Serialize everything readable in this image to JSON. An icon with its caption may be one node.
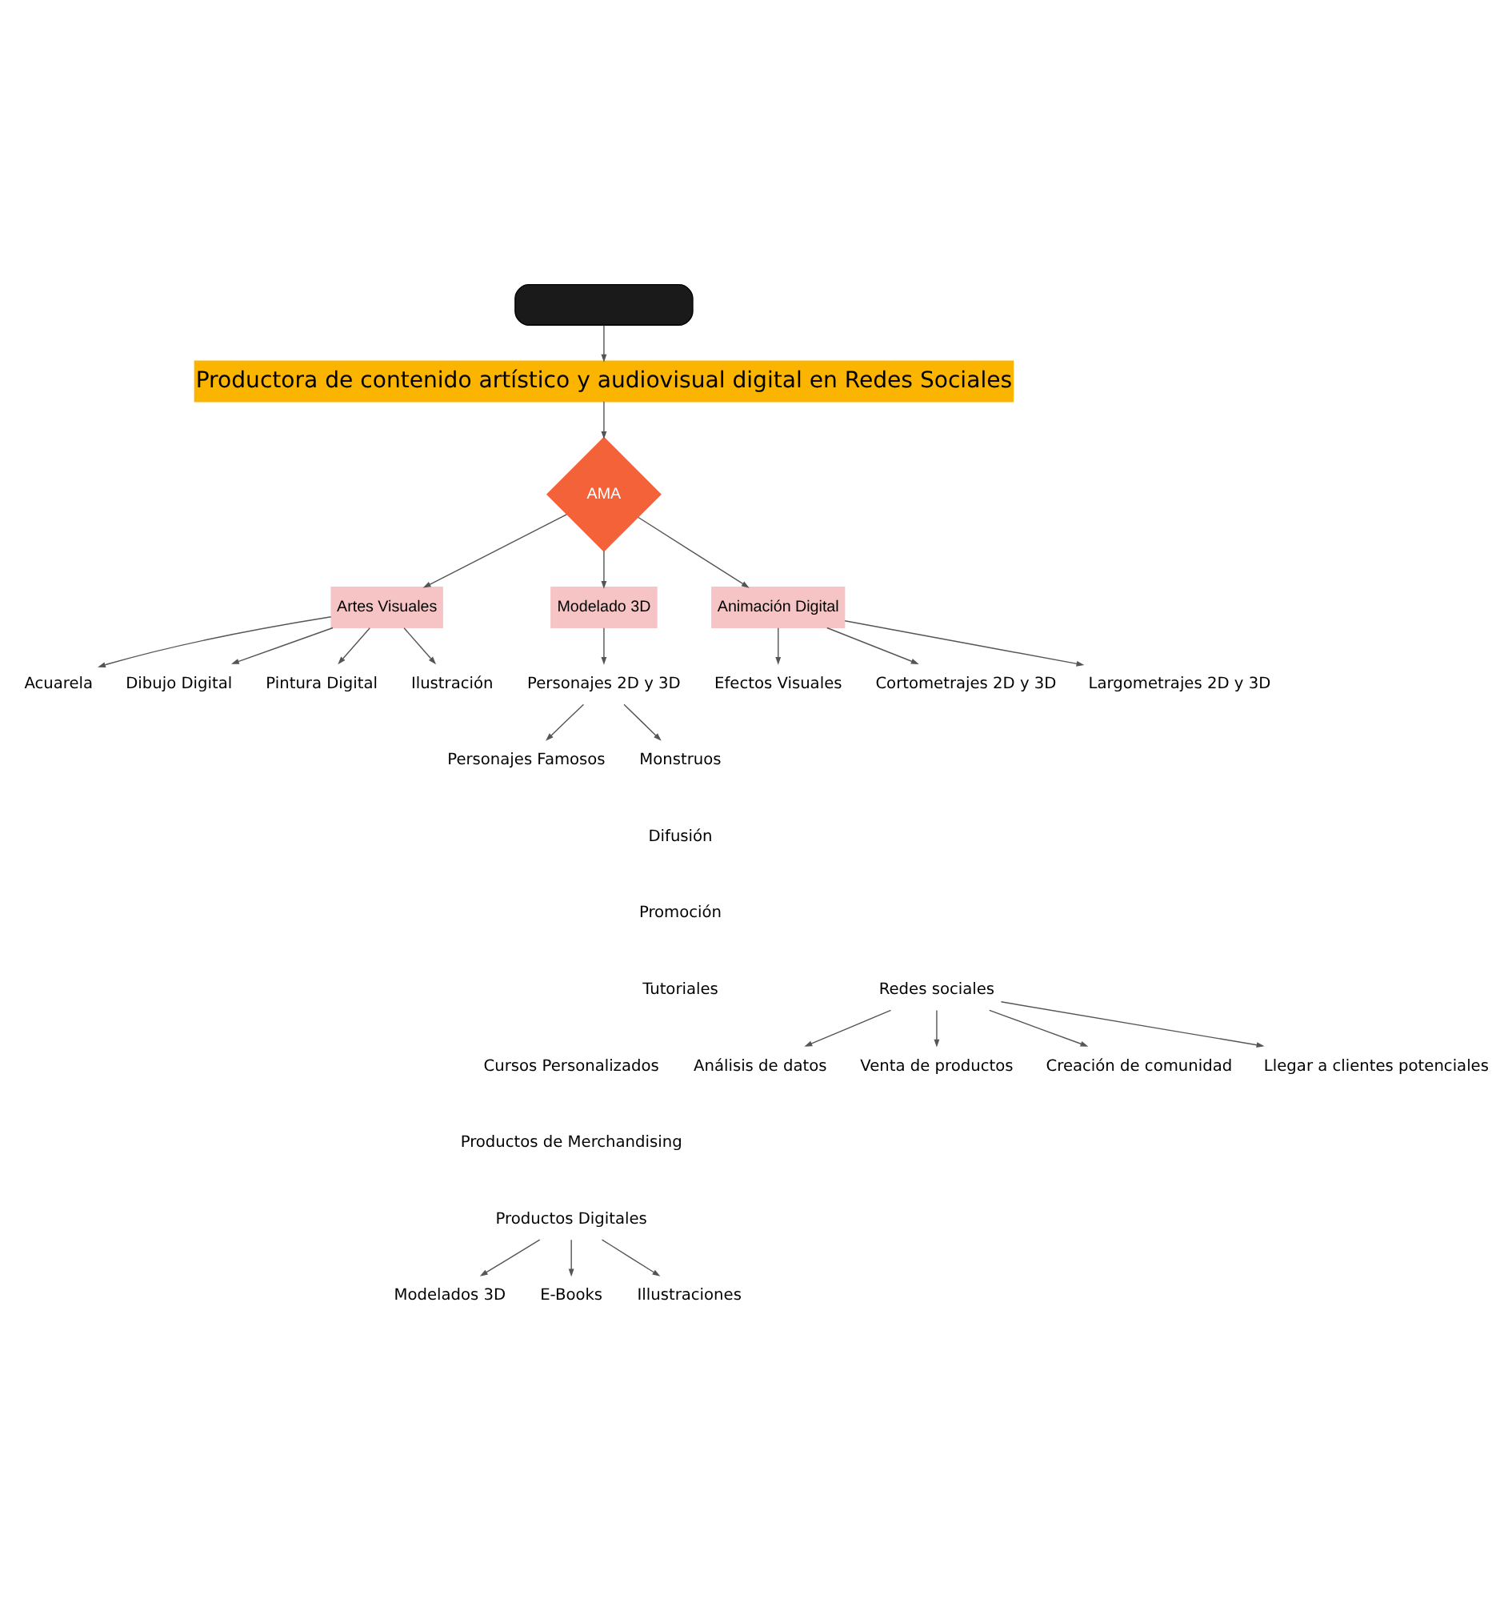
{
  "diagram": {
    "nodes": [
      {
        "text": [],
        "shape": "box"
      },
      {
        "text": [
          "Productora de contenido artístico y audiovisual digital en Redes Sociales"
        ]
      },
      {
        "text": [
          "AMA"
        ]
      },
      {
        "text": [
          "Artes Visuales"
        ]
      },
      {
        "text": [
          "Animación Digital"
        ]
      },
      {
        "text": [
          "Modelado 3D"
        ]
      },
      {
        "text": [
          "Acuarela"
        ]
      },
      {
        "text": [
          "Dibujo Digital"
        ]
      },
      {
        "text": [
          "Pintura Digital"
        ]
      },
      {
        "text": [
          "Ilustración"
        ]
      },
      {
        "text": [
          "Cortometrajes 2D y 3D"
        ]
      },
      {
        "text": [
          "Largometrajes 2D y 3D"
        ]
      },
      {
        "text": [
          "Efectos Visuales"
        ]
      },
      {
        "text": [
          "Personajes 2D y 3D"
        ]
      },
      {
        "text": [
          "Personajes Famosos"
        ]
      },
      {
        "text": [
          "Monstruos"
        ]
      },
      {
        "text": [
          "Redes sociales"
        ]
      },
      {
        "text": [
          "Llegar a clientes potenciales"
        ]
      },
      {
        "text": [
          "Análisis de datos"
        ]
      },
      {
        "text": [
          "Venta de productos"
        ]
      },
      {
        "text": [
          "Creación de comunidad"
        ]
      },
      {
        "text": [
          "Productos Digitales"
        ]
      },
      {
        "text": [
          "Modelados 3D"
        ]
      },
      {
        "text": [
          "E-Books"
        ]
      },
      {
        "text": [
          "Illustraciones"
        ]
      }
    ],
    "edges": [
      {
        "from": 0,
        "to": 1,
        "arrow": "to"
      },
      {
        "from": 1,
        "to": 2,
        "arrow": "to"
      },
      {
        "from": 2,
        "to": 3,
        "arrow": "to"
      },
      {
        "from": 2,
        "to": 4,
        "arrow": "to"
      },
      {
        "from": 2,
        "to": 5,
        "arrow": "to"
      },
      {
        "from": 3,
        "to": 6,
        "arrow": "to"
      },
      {
        "from": 3,
        "to": 7,
        "arrow": "to"
      },
      {
        "from": 3,
        "to": 8,
        "arrow": "to"
      },
      {
        "from": 3,
        "to": 9,
        "arrow": "to"
      },
      {
        "from": 4,
        "to": 10,
        "arrow": "to"
      },
      {
        "from": 4,
        "to": 11,
        "arrow": "to"
      },
      {
        "from": 4,
        "to": 12,
        "arrow": "to"
      },
      {
        "from": 5,
        "to": 13,
        "arrow": "to"
      },
      {
        "from": 13,
        "to": 14,
        "arrow": "to"
      },
      {
        "from": 13,
        "to": 15,
        "arrow": "to"
      },
      {
        "from": 16,
        "to": 17,
        "arrow": "to"
      },
      {
        "from": 16,
        "to": 18,
        "arrow": "to"
      },
      {
        "from": 16,
        "to": 19,
        "arrow": "to"
      },
      {
        "from": 16,
        "to": 20,
        "arrow": "to"
      },
      {
        "from": 21,
        "to": 22,
        "arrow": "to"
      },
      {
        "from": 21,
        "to": 23,
        "arrow": "to"
      },
      {
        "from": 21,
        "to": 24,
        "arrow": "to"
      }
    ],
    "labels": [
      "Difusión",
      "Promoción",
      "Tutoriales",
      "Cursos Personalizados",
      "Productos de Merchandising"
    ]
  }
}
